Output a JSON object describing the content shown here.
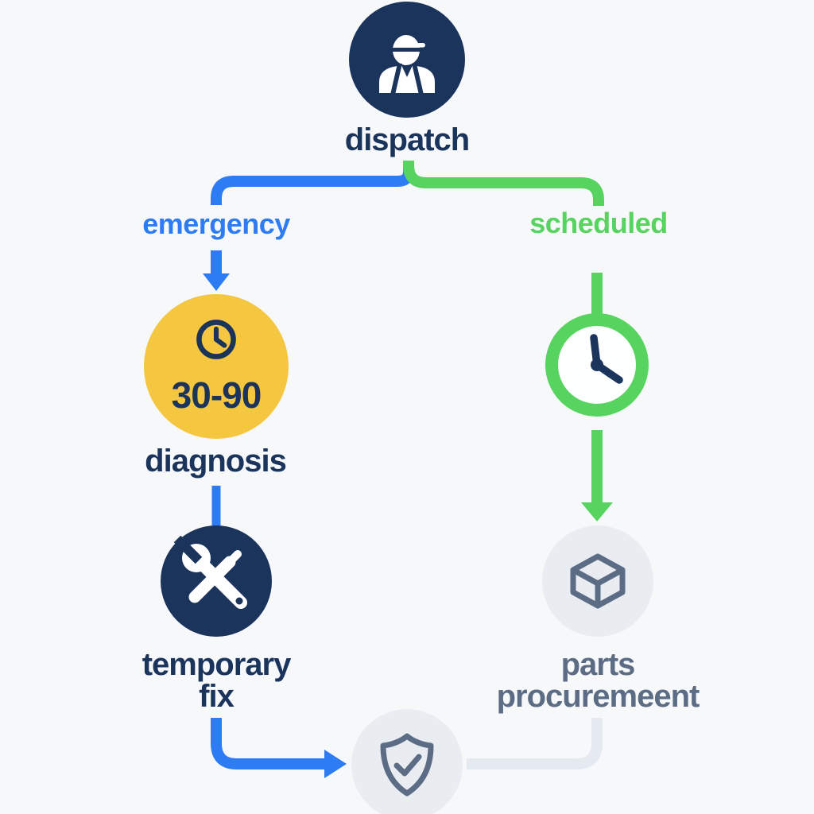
{
  "colors": {
    "background": "#f7f8fa",
    "navy": "#1b345c",
    "blue": "#2e7cf3",
    "green": "#57d45f",
    "yellow": "#f5c63f",
    "light_gray": "#e9edf2",
    "slate": "#5b6c84",
    "connector_gray": "#e4eaf0",
    "white": "#ffffff"
  },
  "nodes": {
    "dispatch": {
      "label": "dispatch",
      "icon": "worker-icon"
    },
    "emergency_branch": {
      "label": "emergency"
    },
    "scheduled_branch": {
      "label": "scheduled"
    },
    "diagnosis": {
      "label": "diagnosis",
      "duration": "30-90",
      "icon": "clock-icon"
    },
    "scheduled_wait": {
      "icon": "clock-outline-icon"
    },
    "temporary_fix": {
      "label_line1": "temporary",
      "label_line2": "fix",
      "icon": "tools-icon"
    },
    "parts_procurement": {
      "label_line1": "parts",
      "label_line2": "procuremeent",
      "icon": "package-icon"
    },
    "verification": {
      "icon": "shield-check-icon"
    }
  }
}
